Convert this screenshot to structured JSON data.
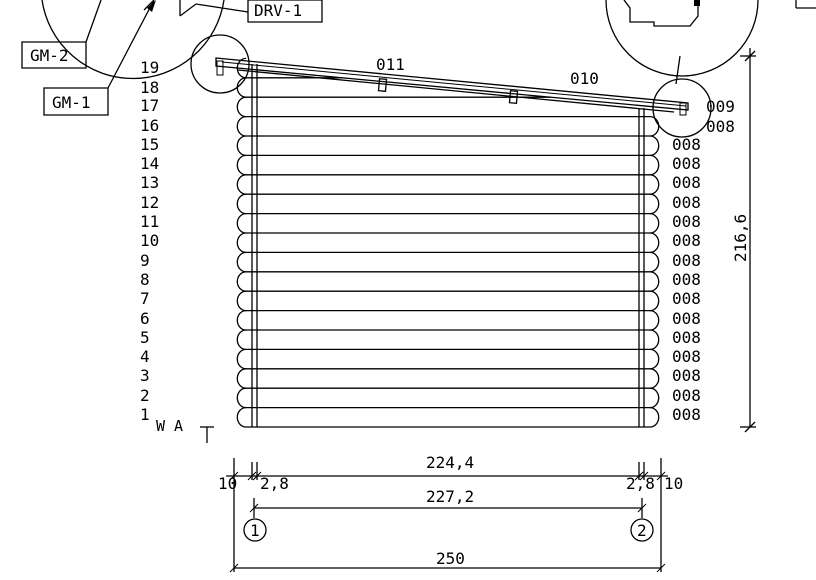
{
  "callouts": {
    "gm2": "GM-2",
    "gm1": "GM-1",
    "drv1": "DRV-1"
  },
  "roof_labels": [
    "011",
    "010",
    "009",
    "008"
  ],
  "row_numbers": [
    "19",
    "18",
    "17",
    "16",
    "15",
    "14",
    "13",
    "12",
    "11",
    "10",
    "9",
    "8",
    "7",
    "6",
    "5",
    "4",
    "3",
    "2",
    "1"
  ],
  "log_codes": [
    "008",
    "008",
    "008",
    "008",
    "008",
    "008",
    "008",
    "008",
    "008",
    "008",
    "008",
    "008",
    "008",
    "008",
    "008"
  ],
  "wall_label": "W A",
  "dimensions": {
    "height": "216,6",
    "inner_span": "224,4",
    "axis_span": "227,2",
    "total_width": "250",
    "left_margin": "10",
    "right_margin": "10",
    "left_post": "2,8",
    "right_post": "2,8"
  },
  "axes": [
    "1",
    "2"
  ]
}
